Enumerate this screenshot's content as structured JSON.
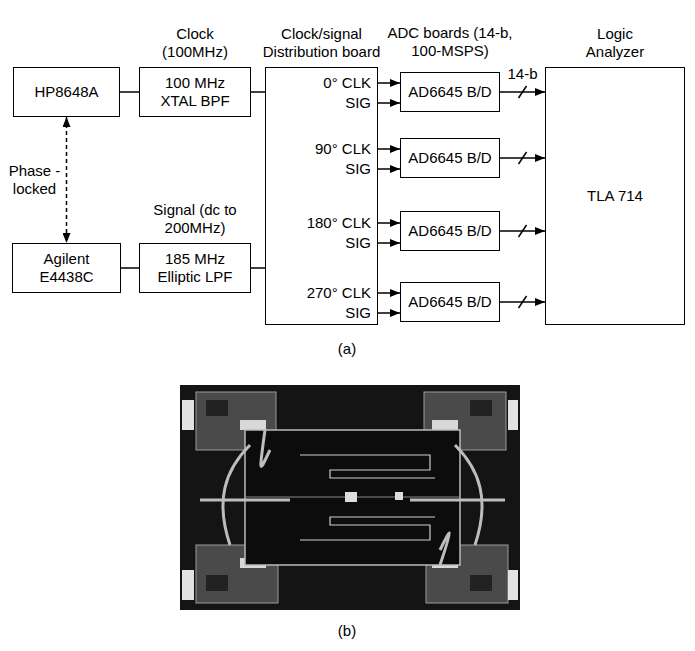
{
  "diagram": {
    "nodes": [
      {
        "text": [
          "HP8648A"
        ]
      },
      {
        "text": [
          "Agilent E4438C"
        ]
      },
      {
        "text": [
          "Clock (100MHz)",
          "100 MHz XTAL BPF"
        ]
      },
      {
        "text": [
          "Signal (dc to 200MHz)",
          "185 MHz Elliptic LPF"
        ]
      },
      {
        "text": [
          "Clock/signal Distribution board",
          "0° CLK",
          "SIG",
          "90° CLK",
          "SIG",
          "180° CLK",
          "SIG",
          "270° CLK",
          "SIG"
        ]
      },
      {
        "text": [
          "AD6645 B/D"
        ]
      },
      {
        "text": [
          "AD6645 B/D"
        ]
      },
      {
        "text": [
          "AD6645 B/D"
        ]
      },
      {
        "text": [
          "AD6645 B/D"
        ]
      },
      {
        "text": [
          "Logic Analyzer",
          "TLA 714"
        ]
      }
    ],
    "edges": [
      {
        "from": 0,
        "to": 1,
        "arrow": "both",
        "label": "Phase -locked"
      },
      {
        "from": 0,
        "to": 2,
        "arrow": "none"
      },
      {
        "from": 1,
        "to": 3,
        "arrow": "none"
      },
      {
        "from": 2,
        "to": 4,
        "arrow": "none"
      },
      {
        "from": 3,
        "to": 4,
        "arrow": "none"
      },
      {
        "from": 4,
        "to": 5,
        "arrow": "to"
      },
      {
        "from": 4,
        "to": 5,
        "arrow": "to"
      },
      {
        "from": 4,
        "to": 6,
        "arrow": "to"
      },
      {
        "from": 4,
        "to": 6,
        "arrow": "to"
      },
      {
        "from": 4,
        "to": 7,
        "arrow": "to"
      },
      {
        "from": 4,
        "to": 7,
        "arrow": "to"
      },
      {
        "from": 4,
        "to": 8,
        "arrow": "to"
      },
      {
        "from": 4,
        "to": 8,
        "arrow": "to"
      },
      {
        "from": 5,
        "to": 9,
        "arrow": "to",
        "label": "14-b"
      },
      {
        "from": 6,
        "to": 9,
        "arrow": "to"
      },
      {
        "from": 7,
        "to": 9,
        "arrow": "to"
      },
      {
        "from": 8,
        "to": 9,
        "arrow": "to"
      }
    ],
    "labels": [
      "ADC boards (14-b, 100-MSPS)",
      "(a)",
      "(b)"
    ]
  }
}
